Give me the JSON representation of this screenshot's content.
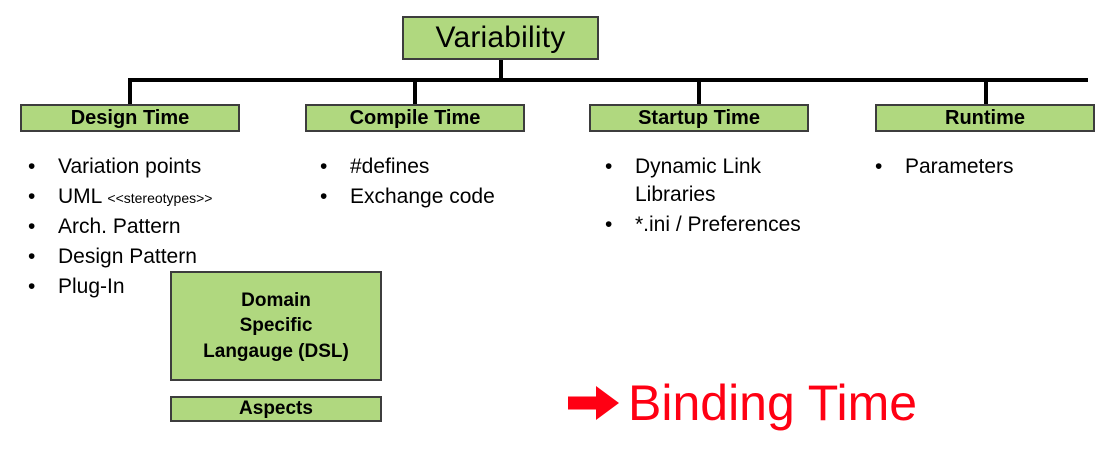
{
  "diagram": {
    "root": {
      "label": "Variability"
    },
    "columns": [
      {
        "id": "design-time",
        "header": "Design Time",
        "bullets": [
          {
            "text": "Variation points",
            "tag": ""
          },
          {
            "text": "UML ",
            "tag": "<<stereotypes>>"
          },
          {
            "text": "Arch. Pattern",
            "tag": ""
          },
          {
            "text": "Design Pattern",
            "tag": ""
          },
          {
            "text": "Plug-In",
            "tag": ""
          }
        ]
      },
      {
        "id": "compile-time",
        "header": "Compile Time",
        "bullets": [
          {
            "text": "#defines",
            "tag": ""
          },
          {
            "text": "Exchange code",
            "tag": ""
          }
        ]
      },
      {
        "id": "startup-time",
        "header": "Startup Time",
        "bullets": [
          {
            "text": "Dynamic Link Libraries",
            "tag": ""
          },
          {
            "text": "*.ini / Preferences",
            "tag": ""
          }
        ]
      },
      {
        "id": "runtime",
        "header": "Runtime",
        "bullets": [
          {
            "text": "Parameters",
            "tag": ""
          }
        ]
      }
    ],
    "extra_boxes": [
      {
        "id": "dsl",
        "lines": [
          "Domain",
          "Specific",
          "Langauge (DSL)"
        ]
      },
      {
        "id": "aspects",
        "lines": [
          "Aspects"
        ]
      }
    ],
    "callout": {
      "arrow_icon": "right-arrow-icon",
      "arrow_glyph": "➜",
      "label": "Binding Time"
    },
    "bullet_glyph": "•",
    "colors": {
      "box_fill": "#b0d87f",
      "box_border": "#3d3d3d",
      "line": "#000000",
      "text": "#000000",
      "callout_red": "#ff0013",
      "background": "#ffffff"
    }
  }
}
